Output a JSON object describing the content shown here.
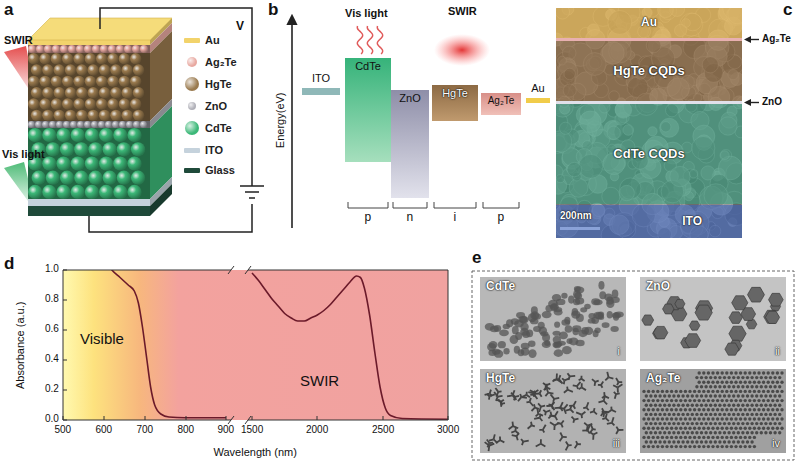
{
  "diagram": {
    "nodes": [
      {
        "text": [
          "ITO"
        ]
      },
      {
        "text": [
          "CdTe"
        ]
      },
      {
        "text": [
          "ZnO"
        ]
      },
      {
        "text": [
          "HgTe"
        ]
      },
      {
        "text": [
          "Ag₂Te"
        ]
      },
      {
        "text": [
          "Au"
        ]
      },
      {
        "text": [
          "Au"
        ]
      },
      {
        "text": [
          "HgTe CQDs"
        ]
      },
      {
        "text": [
          "CdTe CQDs"
        ]
      },
      {
        "text": [
          "ITO"
        ]
      },
      {
        "text": [
          "CdTe",
          "i"
        ]
      },
      {
        "text": [
          "ZnO",
          "ii"
        ]
      },
      {
        "text": [
          "HgTe",
          "iii"
        ]
      },
      {
        "text": [
          "Ag₂Te",
          "iv"
        ]
      }
    ],
    "labels": [
      "a",
      "SWIR",
      "Vis light",
      "V",
      "b",
      "Vis light",
      "SWIR",
      "Energy(eV)",
      "p",
      "n",
      "i",
      "p",
      "c",
      "Ag₂Te",
      "ZnO",
      "200nm",
      "d",
      "Absorbance (a.u.)",
      "1.0",
      "0.8",
      "0.6",
      "0.4",
      "0.2",
      "0.0",
      "Visible",
      "SWIR",
      "500",
      "600",
      "700",
      "800",
      "900",
      "1500",
      "2000",
      "2500",
      "3000",
      "Wavelength (nm)",
      "e"
    ],
    "legend": [
      {
        "text": "Au",
        "color": "#f2d36b"
      },
      {
        "text": "Ag₂Te",
        "color": "#e8a8a0"
      },
      {
        "text": "HgTe",
        "color": "#9a7a4e"
      },
      {
        "text": "ZnO",
        "color": "#b0b0b8"
      },
      {
        "text": "CdTe",
        "color": "#3cb878"
      },
      {
        "text": "ITO",
        "color": "#c5d2dc"
      },
      {
        "text": "Glass",
        "color": "#1f4a3a"
      }
    ]
  }
}
